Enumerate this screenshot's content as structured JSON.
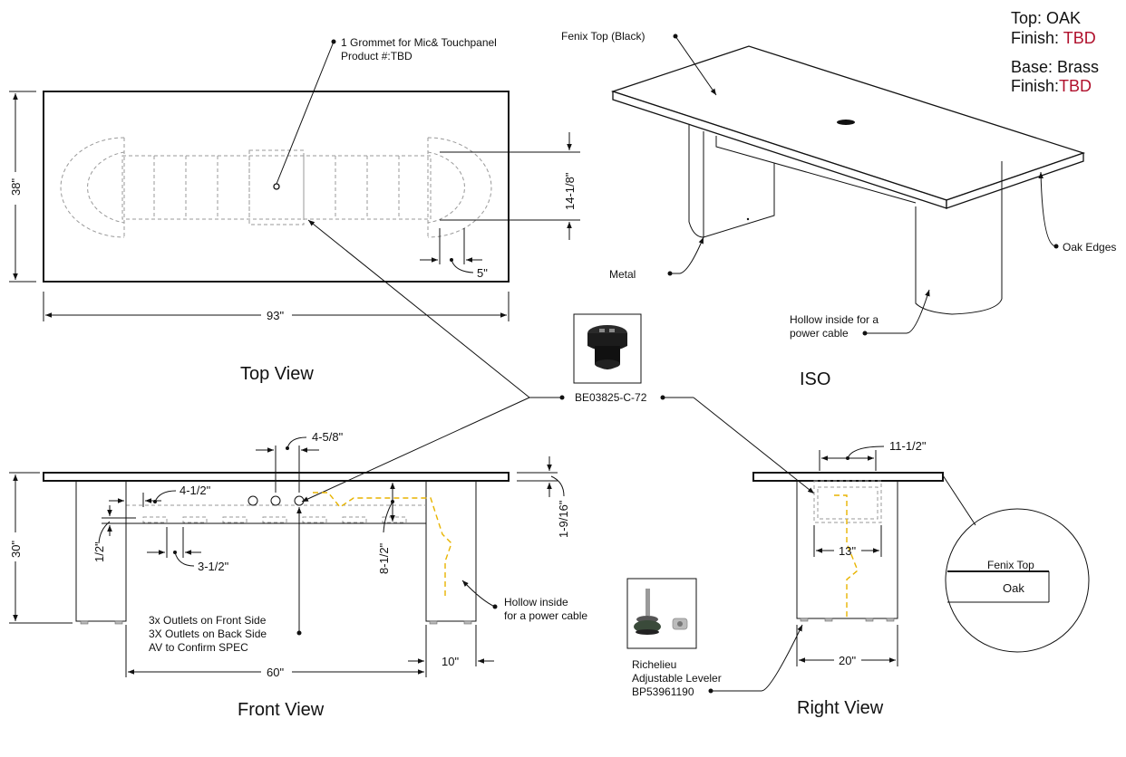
{
  "specs": {
    "top_label": "Top: OAK",
    "finish1_prefix": "Finish: ",
    "finish1_value": "TBD",
    "base_label": "Base: Brass",
    "finish2_prefix": "Finish:",
    "finish2_value": "TBD",
    "accent_color": "#b0102c"
  },
  "views": {
    "top": "Top View",
    "iso": "ISO",
    "front": "Front View",
    "right": "Right View"
  },
  "top_view": {
    "grommet_line1": "1 Grommet for Mic& Touchpanel",
    "grommet_line2": "Product #:TBD",
    "dim_width": "93\"",
    "dim_depth": "38\"",
    "dim_trough": "14-1/8\"",
    "dim_end": "5\""
  },
  "iso_view": {
    "fenix_top": "Fenix Top (Black)",
    "metal": "Metal",
    "oak_edges": "Oak Edges",
    "hollow_line1": "Hollow inside for a",
    "hollow_line2": "power cable"
  },
  "center": {
    "part_number": "BE03825-C-72",
    "photo_icon": "power-outlet-grommet-icon"
  },
  "front_view": {
    "dim_spacing": "4-5/8\"",
    "dim_edge": "4-1/2\"",
    "dim_half": "1/2\"",
    "dim_35": "3-1/2\"",
    "dim_85": "8-1/2\"",
    "dim_top_thk": "1-9/16\"",
    "dim_height": "30\"",
    "dim_between": "60\"",
    "dim_leg": "10\"",
    "outlets1": "3x Outlets on Front Side",
    "outlets2": "3X Outlets on Back Side",
    "outlets3": "AV to Confirm SPEC",
    "hollow_line1": "Hollow inside",
    "hollow_line2": "for a power cable"
  },
  "right_view": {
    "dim_top": "11-1/2\"",
    "dim_mid": "13\"",
    "dim_base": "20\"",
    "detail_fenix": "Fenix Top",
    "detail_oak": "Oak"
  },
  "leveler": {
    "line1": "Richelieu",
    "line2": "Adjustable Leveler",
    "line3": "BP53961190",
    "photo_icon": "adjustable-leveler-icon"
  }
}
